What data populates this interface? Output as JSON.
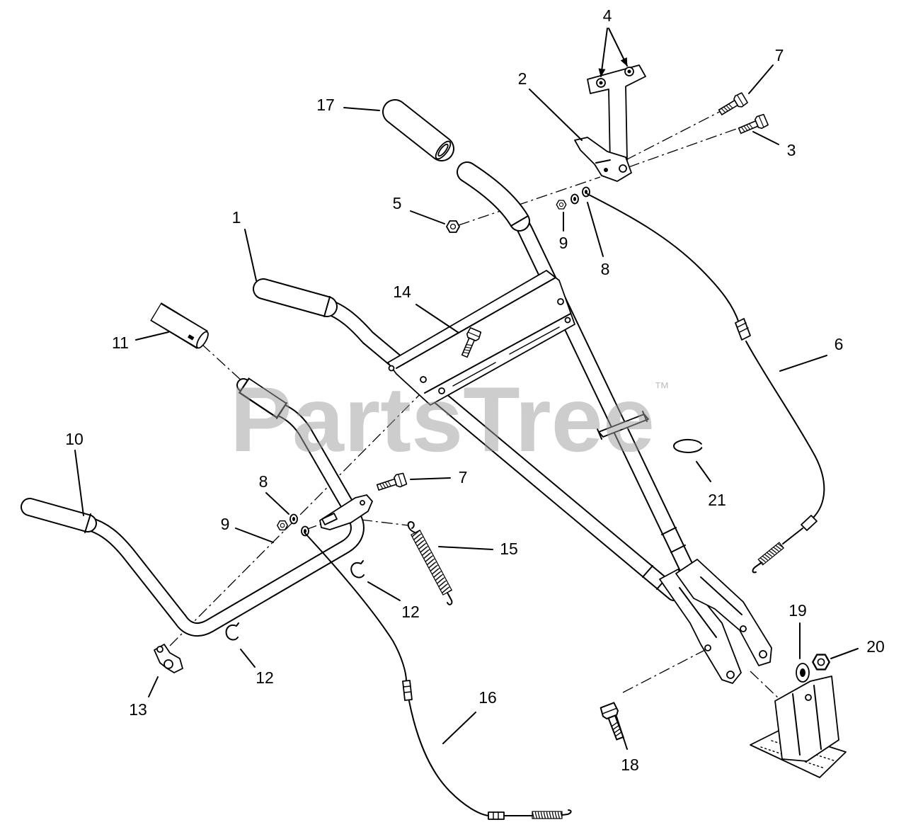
{
  "callouts": [
    "4",
    "7",
    "2",
    "17",
    "3",
    "5",
    "9",
    "8",
    "1",
    "14",
    "11",
    "6",
    "10",
    "7",
    "8",
    "21",
    "9",
    "15",
    "12",
    "19",
    "20",
    "12",
    "13",
    "16",
    "18"
  ],
  "watermark": {
    "text": "PartsTree",
    "trademark": "™"
  },
  "colors": {
    "line": "#000000",
    "background": "#ffffff",
    "watermark": "#9c9c9c"
  }
}
